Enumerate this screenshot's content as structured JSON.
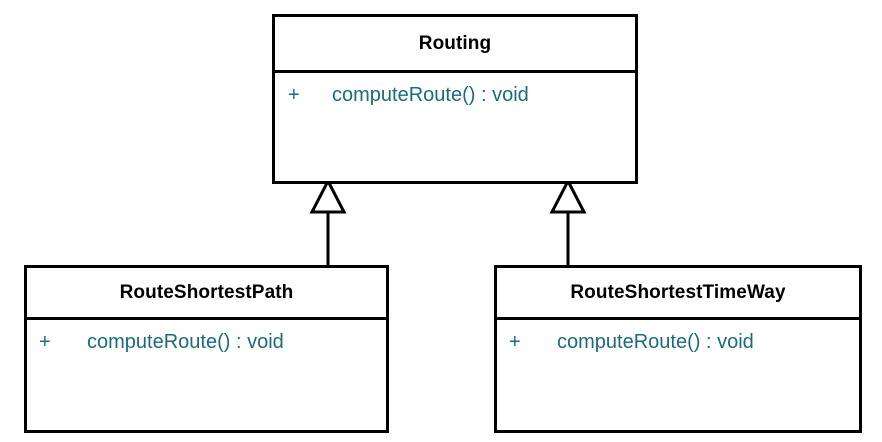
{
  "diagram": {
    "type": "uml-class-diagram",
    "background_color": "#ffffff",
    "line_color": "#000000",
    "class_name_color": "#000000",
    "member_text_color": "#1a6b7d",
    "relationship": "generalization"
  },
  "classes": {
    "parent": {
      "name": "Routing",
      "members": [
        {
          "visibility": "+",
          "signature": "computeRoute() : void"
        }
      ]
    },
    "child_left": {
      "name": "RouteShortestPath",
      "members": [
        {
          "visibility": "+",
          "signature": "computeRoute() : void"
        }
      ]
    },
    "child_right": {
      "name": "RouteShortestTimeWay",
      "members": [
        {
          "visibility": "+",
          "signature": "computeRoute() : void"
        }
      ]
    }
  },
  "connectors": [
    {
      "name": "generalization-routeshortestpath-to-routing",
      "from": "RouteShortestPath",
      "to": "Routing",
      "arrow": "hollow-triangle"
    },
    {
      "name": "generalization-routeshortesttimeway-to-routing",
      "from": "RouteShortestTimeWay",
      "to": "Routing",
      "arrow": "hollow-triangle"
    }
  ]
}
